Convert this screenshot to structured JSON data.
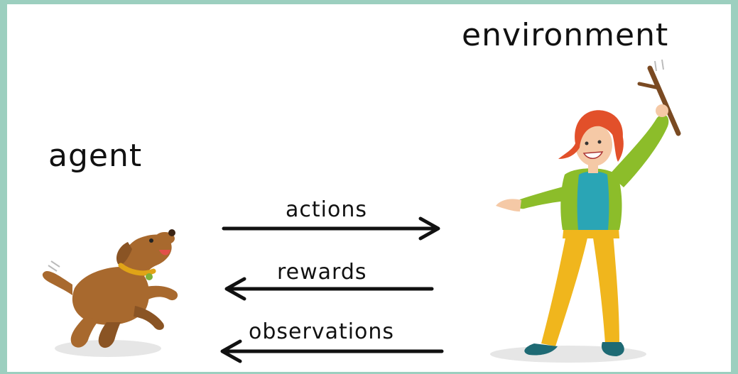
{
  "labels": {
    "agent": "agent",
    "environment": "environment"
  },
  "arrows": [
    {
      "label": "actions",
      "direction": "right"
    },
    {
      "label": "rewards",
      "direction": "left"
    },
    {
      "label": "observations",
      "direction": "left"
    }
  ],
  "colors": {
    "frame": "#9ccfbf",
    "canvas": "#ffffff",
    "dog_body": "#a8692e",
    "collar": "#e0a417",
    "hair": "#e2502a",
    "jacket": "#8cbd2a",
    "shirt": "#2aa5b5",
    "pants": "#f0b61d",
    "shoes": "#1e6a74",
    "stick": "#7a4a22"
  },
  "illustrations": {
    "agent": "dog",
    "environment": "woman-holding-stick"
  }
}
